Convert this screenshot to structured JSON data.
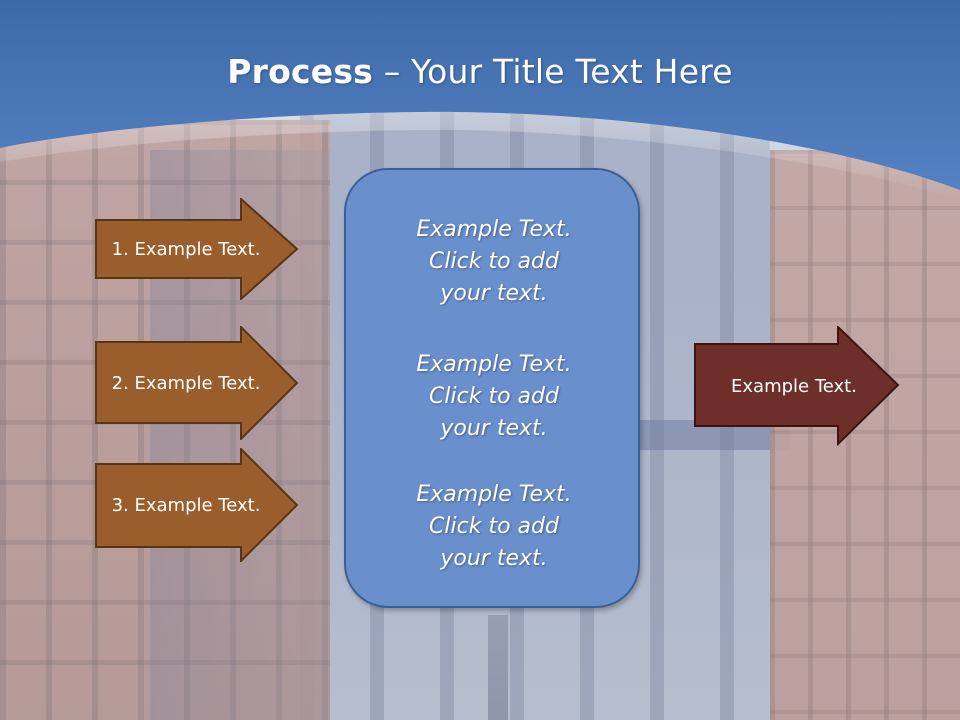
{
  "slide": {
    "title_bold": "Process",
    "title_rest": " – Your Title Text Here"
  },
  "left_arrows": [
    {
      "label": "1. Example Text."
    },
    {
      "label": "2. Example Text."
    },
    {
      "label": "3. Example Text."
    }
  ],
  "center_box": {
    "paragraphs": [
      "Example Text.\nClick  to add\nyour text.",
      "Example Text.\nClick  to add\nyour text.",
      "Example Text.\nClick  to add\nyour text."
    ]
  },
  "right_arrow": {
    "label": "Example Text."
  },
  "colors": {
    "header_blue": "#4a78b8",
    "left_arrow_fill": "#9a5e2c",
    "right_arrow_fill": "#6e2f2a",
    "center_box_fill": "#6a8fcd"
  }
}
